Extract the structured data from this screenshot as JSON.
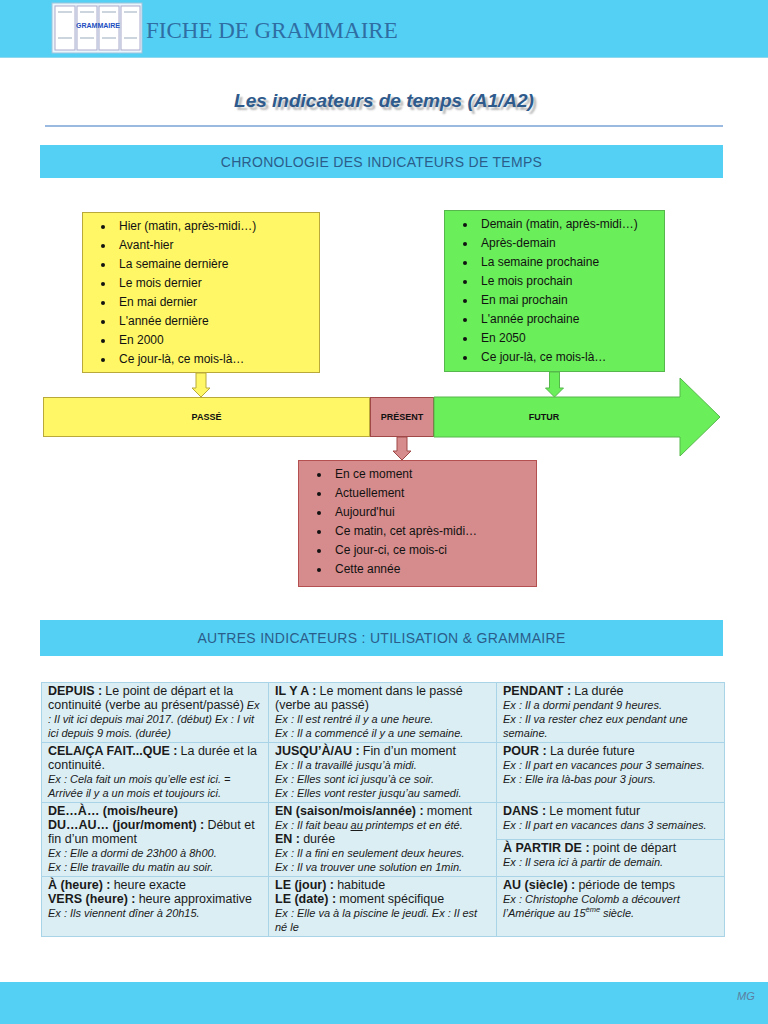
{
  "diagram": {
    "title": "Les indicateurs de temps (A1/A2)",
    "nodes": [
      {
        "text": [
          "FICHE DE GRAMMAIRE"
        ]
      },
      {
        "text": [
          "CHRONOLOGIE DES INDICATEURS DE TEMPS"
        ]
      },
      {
        "text": [
          "Hier (matin, après-midi…)",
          "Avant-hier",
          "La semaine dernière",
          "Le mois dernier",
          "En mai dernier",
          "L'année dernière",
          "En 2000",
          "Ce jour-là, ce mois-là…"
        ]
      },
      {
        "text": [
          "Demain (matin, après-midi…)",
          "Après-demain",
          "La semaine prochaine",
          "Le mois prochain",
          "En mai prochain",
          "L'année prochaine",
          "En 2050",
          "Ce jour-là, ce mois-là…"
        ]
      },
      {
        "text": [
          "PASSÉ"
        ]
      },
      {
        "text": [
          "PRÉSENT"
        ]
      },
      {
        "text": [
          "FUTUR"
        ]
      },
      {
        "text": [
          "En ce moment",
          "Actuellement",
          "Aujourd'hui",
          "Ce matin, cet après-midi…",
          "Ce jour-ci, ce mois-ci",
          "Cette année"
        ]
      },
      {
        "text": [
          "AUTRES INDICATEURS : UTILISATION & GRAMMAIRE"
        ]
      },
      {
        "text": [
          "MG"
        ]
      }
    ],
    "edges": [
      {
        "from": 2,
        "to": 4,
        "arrow": "to"
      },
      {
        "from": 3,
        "to": 6,
        "arrow": "to"
      },
      {
        "from": 5,
        "to": 7,
        "arrow": "to"
      }
    ],
    "labels": [
      "GRAMMAIRE",
      "DEPUIS :",
      "Le point de départ et la continuité (verbe au présent/passé)",
      "Ex : Il vit ici depuis mai 2017. (début) Ex : I vit ici depuis 9 mois. (durée)",
      "IL Y A :",
      "Le moment dans le passé (verbe au passé)",
      "Ex : Il est rentré il y a une heure.",
      "Ex : Il a commencé il y a une semaine.",
      "PENDANT :",
      "La durée",
      "Ex : Il a dormi pendant 9 heures.",
      "Ex : Il va rester chez eux pendant une semaine.",
      "CELA/ÇA FAIT...QUE :",
      "La durée et la continuité.",
      "Ex : Cela fait un mois qu’elle est ici. = Arrivée il y a un mois et toujours ici.",
      "JUSQU’À/AU :",
      "Fin d’un moment",
      "Ex : Il a travaillé jusqu’à midi.",
      "Ex : Elles sont ici jusqu’à ce soir.",
      "Ex : Elles vont rester jusqu’au samedi.",
      "POUR :",
      "La durée future",
      "Ex : Il part en vacances pour 3 semaines.",
      "Ex : Elle ira là-bas pour 3 jours.",
      "DE…À… (mois/heure)",
      "DU…AU… (jour/moment) :",
      "Début et fin d’un moment",
      "Ex : Elle a dormi de 23h00 à 8h00.",
      "Ex : Elle travaille du matin au soir.",
      "EN (saison/mois/année) :",
      "moment",
      "Ex : Il fait beau",
      "au",
      "printemps et en été.",
      "EN :",
      "durée",
      "Ex : Il a fini en seulement deux heures.",
      "Ex : Il va trouver une solution en 1min.",
      "DANS :",
      "Le moment futur",
      "Ex : Il part en vacances dans 3 semaines.",
      "À PARTIR DE :",
      "point de départ",
      "Ex : Il sera ici à partir de demain.",
      "À (heure) :",
      "heure exacte",
      "VERS (heure) :",
      "heure approximative",
      "Ex : Ils viennent dîner à 20h15.",
      "LE (jour) :",
      "habitude",
      "LE (date) :",
      "moment spécifique",
      "Ex : Elle va à la piscine le jeudi.",
      "Ex : Il est né le",
      "AU (siècle) :",
      "période de temps",
      "Ex : Christophe Colomb a découvert l’Amérique au 15",
      "ème",
      "siècle."
    ]
  }
}
